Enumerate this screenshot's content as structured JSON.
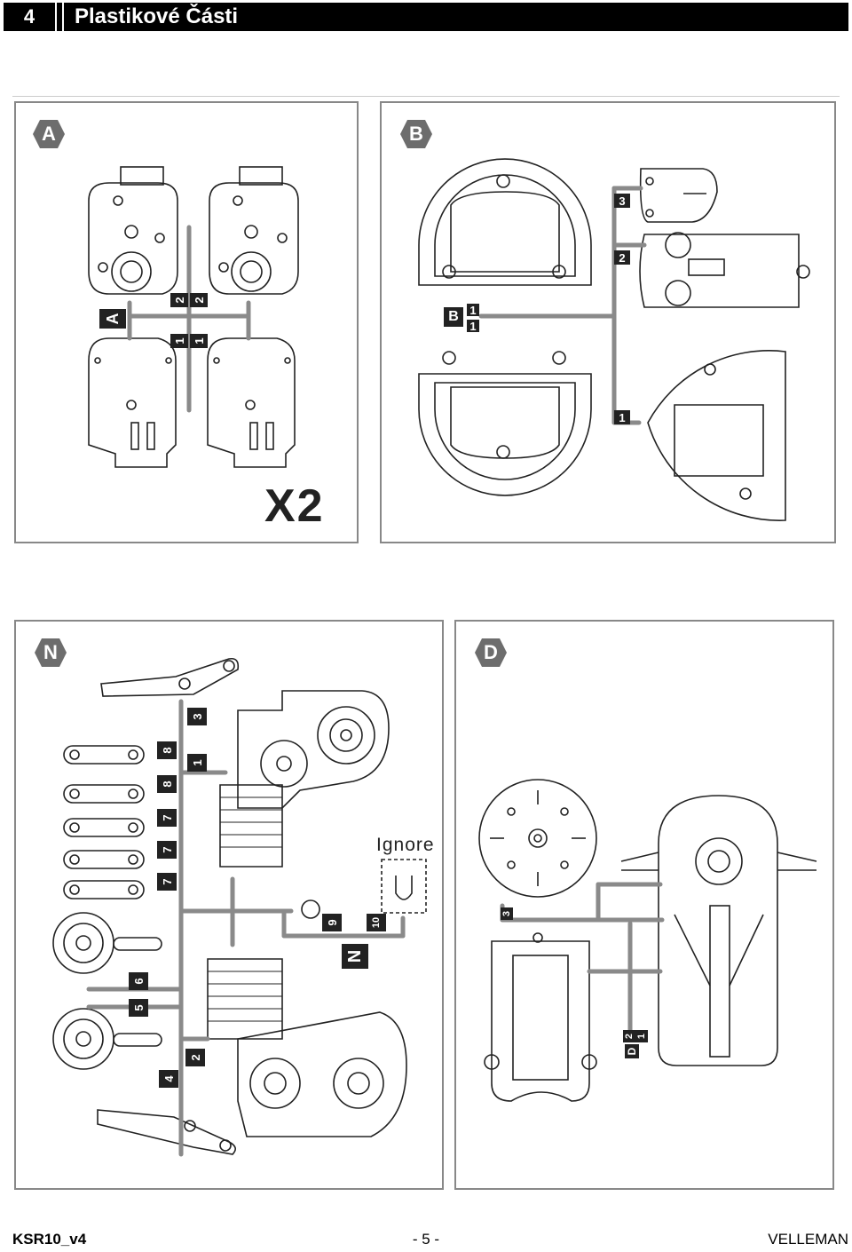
{
  "header": {
    "page_number": "4",
    "title": "Plastikové Části"
  },
  "panels": {
    "a": {
      "label": "A",
      "sprue_label": "A",
      "quantity": "X2",
      "part_numbers": [
        "2",
        "2",
        "1",
        "1"
      ]
    },
    "b": {
      "label": "B",
      "sprue_label": "B",
      "part_numbers": [
        "3",
        "2",
        "1",
        "1",
        "1"
      ]
    },
    "n": {
      "label": "N",
      "sprue_label": "N",
      "ignore_note": "Ignore",
      "part_numbers": [
        "3",
        "8",
        "1",
        "8",
        "7",
        "7",
        "7",
        "9",
        "10",
        "6",
        "5",
        "2",
        "4"
      ]
    },
    "d": {
      "label": "D",
      "sprue_label": "D",
      "part_numbers": [
        "3",
        "2",
        "1"
      ]
    }
  },
  "footer": {
    "left": "KSR10_v4",
    "center": "- 5 -",
    "right": "VELLEMAN"
  },
  "colors": {
    "header_bg": "#000000",
    "hex_label_bg": "#6d6d6d",
    "sprue": "#8a8a8a",
    "line_art": "#222222"
  }
}
